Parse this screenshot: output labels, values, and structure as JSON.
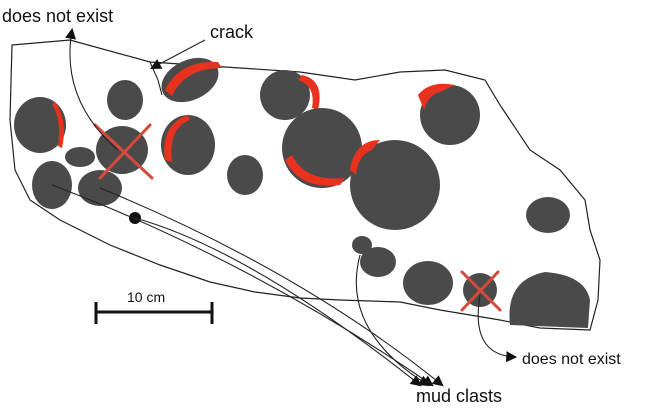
{
  "labels": {
    "does_not_exist_top": "does not exist",
    "crack": "crack",
    "scale": "10 cm",
    "mud_clasts": "mud clasts",
    "does_not_exist_bottom": "does not exist"
  },
  "colors": {
    "clast": "#4a4a4a",
    "reaction_rim": "#e8321e",
    "cross_mark": "#d64a3a",
    "outline": "#222222"
  }
}
